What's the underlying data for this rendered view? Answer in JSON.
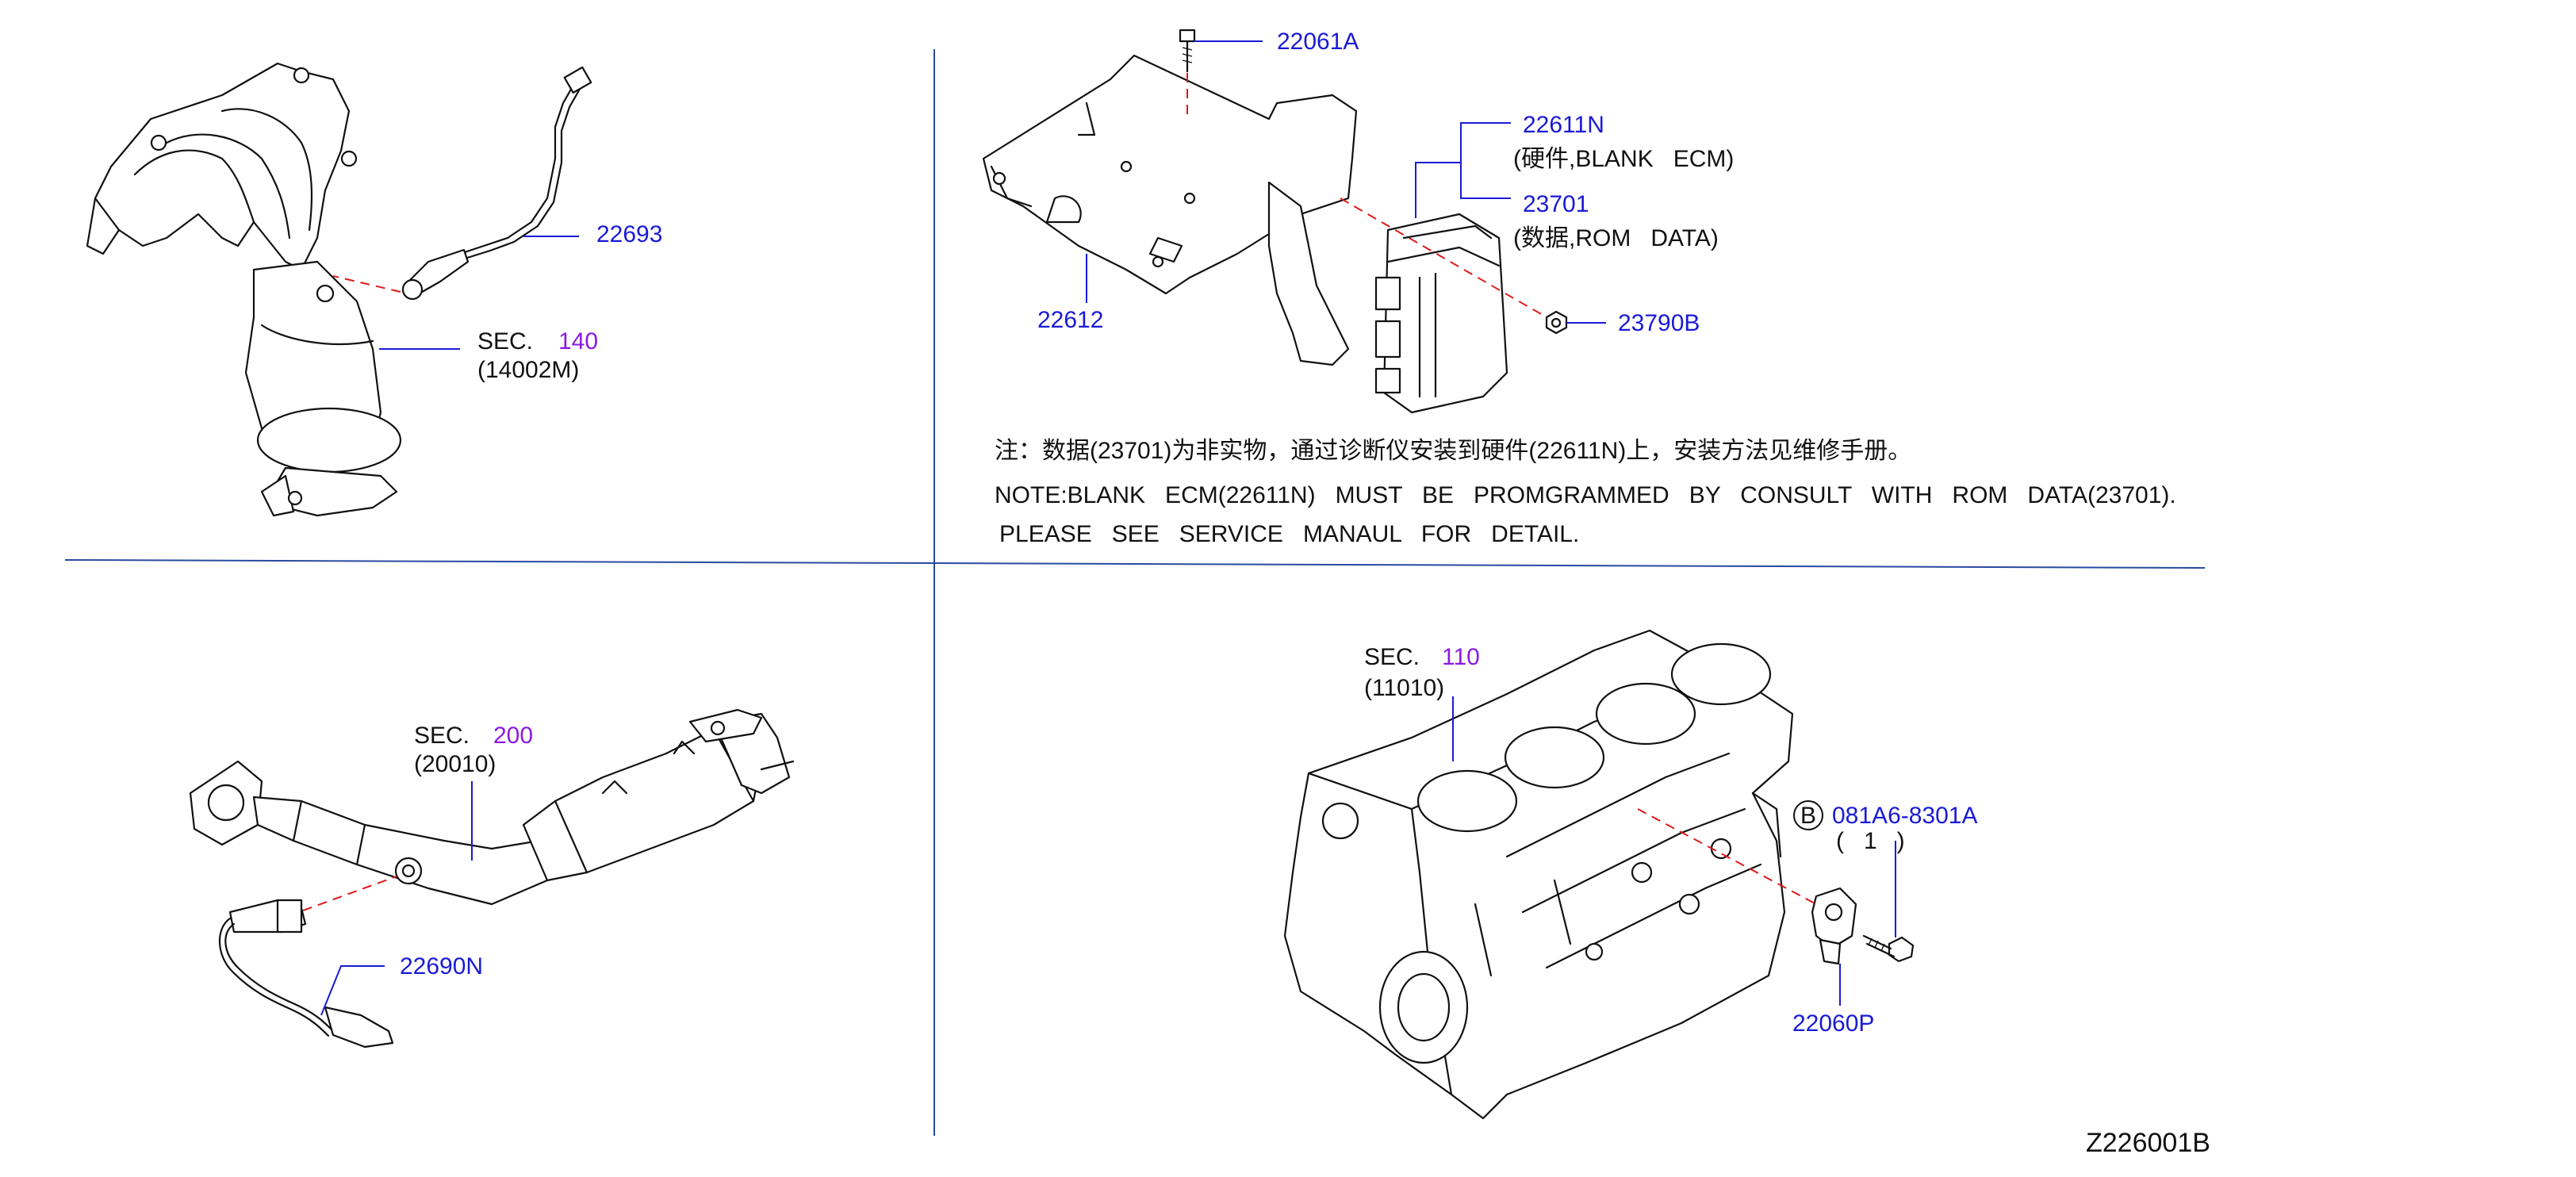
{
  "parts": {
    "p22693": "22693",
    "p22061A": "22061A",
    "p22611N": "22611N",
    "p22611N_desc": "(硬件,BLANK   ECM)",
    "p23701": "23701",
    "p23701_desc": "(数据,ROM   DATA)",
    "p22612": "22612",
    "p23790B": "23790B",
    "p22690N": "22690N",
    "p081A6": "081A6-8301A",
    "p081A6_qty": "(   1   )",
    "p081A6_badge": "B",
    "p22060P": "22060P"
  },
  "sections": {
    "s140_label": "SEC.",
    "s140_num": "140",
    "s140_sub": "(14002M)",
    "s200_label": "SEC.",
    "s200_num": "200",
    "s200_sub": "(20010)",
    "s110_label": "SEC.",
    "s110_num": "110",
    "s110_sub": "(11010)"
  },
  "notes": {
    "zh": "注：数据(23701)为非实物，通过诊断仪安装到硬件(22611N)上，安装方法见维修手册。",
    "en1": "NOTE:BLANK   ECM(22611N)   MUST   BE   PROMGRAMMED   BY   CONSULT   WITH   ROM   DATA(23701).",
    "en2": "PLEASE   SEE   SERVICE   MANAUL   FOR   DETAIL."
  },
  "figure_id": "Z226001B",
  "colors": {
    "part_number": "#1a1ad6",
    "section_number": "#8a1ae0",
    "divider": "#2a4aa0",
    "dashed_link": "#e01a1a"
  }
}
